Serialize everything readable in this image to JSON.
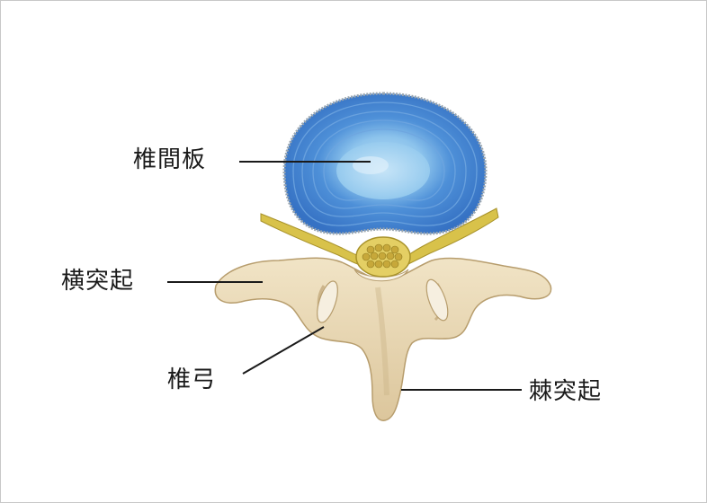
{
  "labels": {
    "intervertebral_disc": "椎間板",
    "transverse_process": "横突起",
    "vertebral_arch": "椎弓",
    "spinous_process": "棘突起"
  },
  "colors": {
    "disc_outer": "#3f7fd0",
    "disc_inner": "#a9d3f2",
    "bone": "#ecdcb8",
    "bone_shadow": "#cdb58a",
    "nerve": "#d8c24a",
    "leader_line": "#1a1a1a",
    "frame_border": "#c8c8c8"
  }
}
